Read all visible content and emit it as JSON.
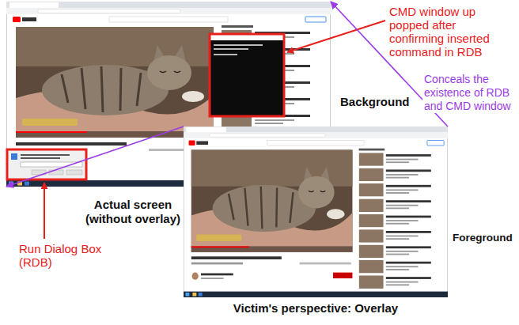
{
  "diagram": {
    "nodes": [
      {
        "text": [
          "Actual screen (without overlay)"
        ]
      },
      {
        "text": [
          "Victim's perspective: Overlay"
        ]
      }
    ],
    "edges": [
      {
        "from": 1,
        "to": 0,
        "arrow": "to"
      },
      {
        "from": 1,
        "to": 0,
        "arrow": "to"
      }
    ],
    "labels": [
      "CMD window up popped after confirming inserted command in RDB",
      "Background",
      "Conceals the existence of RDB and CMD window",
      "Foreground",
      "Run Dialog Box (RDB)"
    ]
  }
}
